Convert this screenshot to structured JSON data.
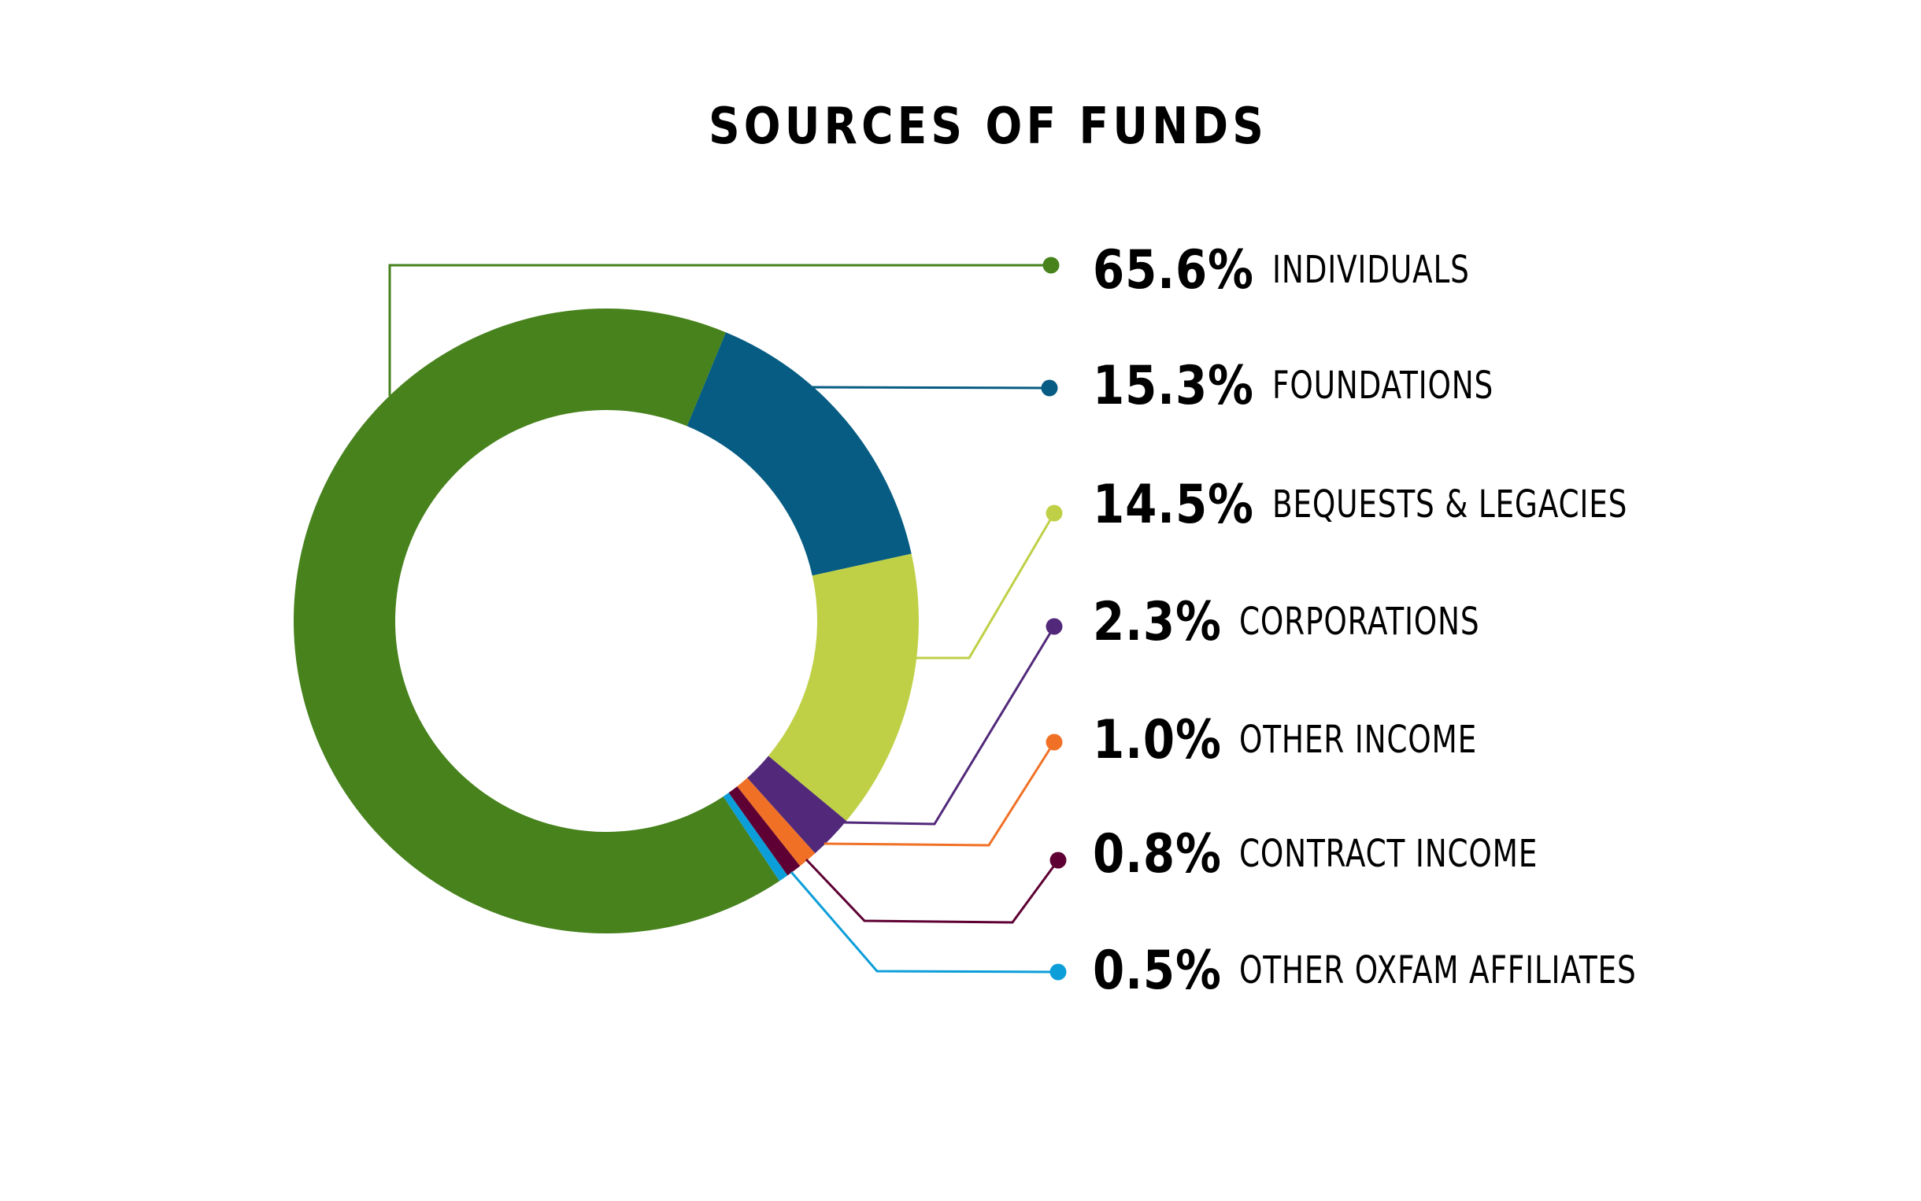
{
  "chart_data": {
    "type": "pie",
    "variant": "donut",
    "title": "SOURCES OF FUNDS",
    "unit": "%",
    "categories": [
      "INDIVIDUALS",
      "FOUNDATIONS",
      "BEQUESTS & LEGACIES",
      "CORPORATIONS",
      "OTHER INCOME",
      "CONTRACT INCOME",
      "OTHER OXFAM AFFILIATES"
    ],
    "values": [
      65.6,
      15.3,
      14.5,
      2.3,
      1.0,
      0.8,
      0.5
    ],
    "colors": [
      "#47821D",
      "#065C82",
      "#BFD046",
      "#52297A",
      "#F07126",
      "#5E0033",
      "#0C9ED9"
    ],
    "legend_position": "right",
    "start_angle_deg": 22.5,
    "slice_order": [
      "FOUNDATIONS",
      "BEQUESTS & LEGACIES",
      "CORPORATIONS",
      "OTHER INCOME",
      "CONTRACT INCOME",
      "OTHER OXFAM AFFILIATES",
      "INDIVIDUALS"
    ]
  },
  "legend": {
    "items": [
      {
        "pct": "65.6%",
        "label": "INDIVIDUALS",
        "color": "#47821D"
      },
      {
        "pct": "15.3%",
        "label": "FOUNDATIONS",
        "color": "#065C82"
      },
      {
        "pct": "14.5%",
        "label": "BEQUESTS & LEGACIES",
        "color": "#BFD046"
      },
      {
        "pct": "2.3%",
        "label": "CORPORATIONS",
        "color": "#52297A"
      },
      {
        "pct": "1.0%",
        "label": "OTHER INCOME",
        "color": "#F07126"
      },
      {
        "pct": "0.8%",
        "label": "CONTRACT INCOME",
        "color": "#5E0033"
      },
      {
        "pct": "0.5%",
        "label": "OTHER OXFAM AFFILIATES",
        "color": "#0C9ED9"
      }
    ]
  }
}
